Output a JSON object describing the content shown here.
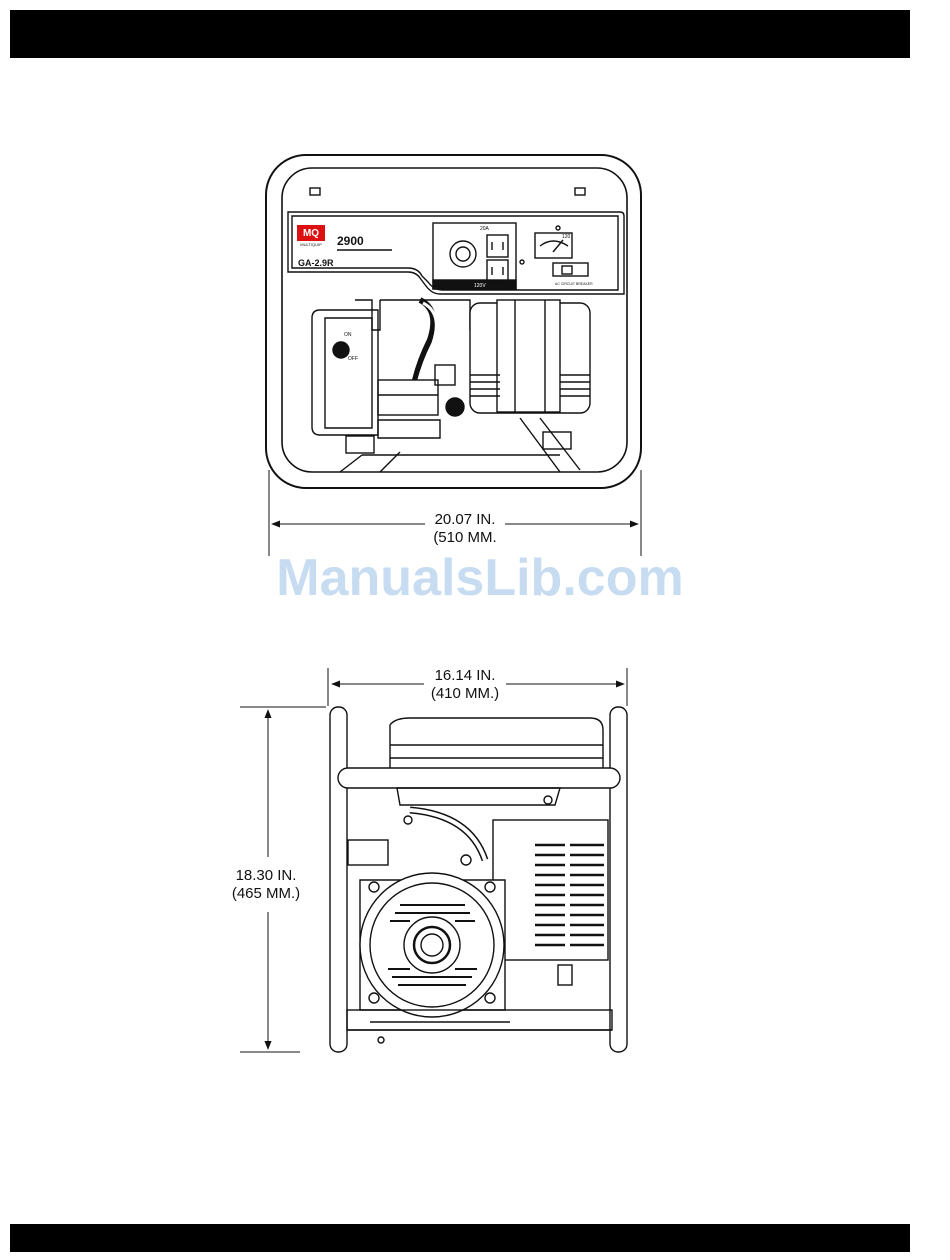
{
  "header_bar": "",
  "footer_bar": "",
  "front_view": {
    "brand_logo_text": "MQ",
    "brand_sub": "MULTIQUIP",
    "model_number": "2900",
    "model_code": "GA-2.9R",
    "panel_labels": [
      "20A",
      "120V",
      "ON",
      "OFF",
      "AC CIRCUIT BREAKER",
      "120"
    ],
    "width_in": "20.07 IN.",
    "width_mm": "(510 MM."
  },
  "side_view": {
    "width_in": "16.14 IN.",
    "width_mm": "(410 MM.)",
    "height_in": "18.30 IN.",
    "height_mm": "(465 MM.)"
  },
  "watermark": "ManualsLib.com"
}
